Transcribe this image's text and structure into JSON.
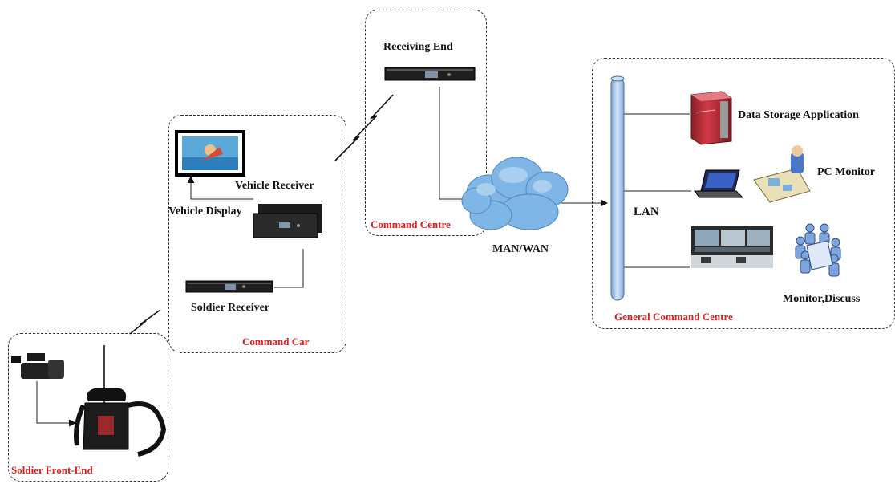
{
  "colors": {
    "group_label": "#e01e1e",
    "lan_bar": "#aec8e8",
    "cloud": "#7fb6e6",
    "server": "#c4303b"
  },
  "labels": {
    "receiving_end": "Receiving End",
    "command_centre": "Command Centre",
    "vehicle_receiver": "Vehicle Receiver",
    "vehicle_display": "Vehicle Display",
    "soldier_receiver": "Soldier Receiver",
    "command_car": "Command Car",
    "soldier_front_end": "Soldier Front-End",
    "man_wan": "MAN/WAN",
    "lan": "LAN",
    "data_storage": "Data Storage Application",
    "pc_monitor": "PC Monitor",
    "monitor_discuss": "Monitor,Discuss",
    "general_command_centre": "General Command Centre"
  },
  "icons": [
    "video-camera-icon",
    "backpack-transmitter-icon",
    "receiver-unit-icon",
    "display-screen-icon",
    "cloud-icon",
    "server-icon",
    "laptop-icon",
    "operator-desk-icon",
    "video-wall-icon",
    "meeting-icon",
    "lightning-link-icon"
  ]
}
